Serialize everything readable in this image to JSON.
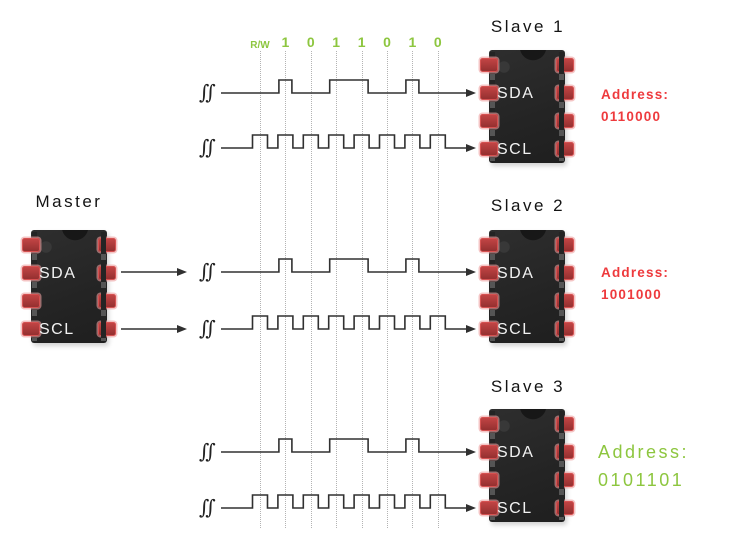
{
  "colors": {
    "bit_green": "#8dc63f",
    "address_red": "#ee3a3d",
    "wave_stroke": "#303030",
    "chip_body": "#262626",
    "pin_red": "#c0392b"
  },
  "bus": {
    "bit_labels": [
      "R/W",
      "1",
      "0",
      "1",
      "1",
      "0",
      "1",
      "0"
    ],
    "sda_levels": [
      0,
      1,
      0,
      1,
      1,
      0,
      1,
      0
    ],
    "scl_clock_count": 8,
    "break_symbol": "∫∫"
  },
  "pin_labels": {
    "sda": "SDA",
    "scl": "SCL"
  },
  "master": {
    "title": "Master"
  },
  "slaves": [
    {
      "title": "Slave 1",
      "address_label": "Address:",
      "address": "0110000",
      "address_color": "#ee3a3d"
    },
    {
      "title": "Slave 2",
      "address_label": "Address:",
      "address": "1001000",
      "address_color": "#ee3a3d"
    },
    {
      "title": "Slave 3",
      "address_label": "Address:",
      "address": "0101101",
      "address_color": "#8dc63f"
    }
  ]
}
